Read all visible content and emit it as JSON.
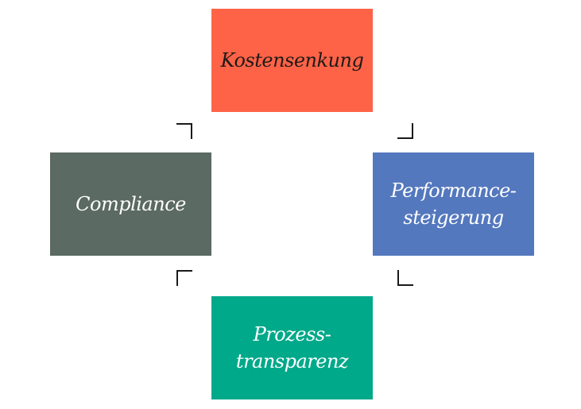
{
  "diagram": {
    "nodes": [
      {
        "id": "top",
        "label": "Kostensenkung",
        "fill": "#ff6347",
        "text_color": "#1f1a18"
      },
      {
        "id": "right",
        "label": "Performance-\nsteigerung",
        "fill": "#5478be",
        "text_color": "#ffffff"
      },
      {
        "id": "bottom",
        "label": "Prozess-\ntransparenz",
        "fill": "#00a98a",
        "text_color": "#ffffff"
      },
      {
        "id": "left",
        "label": "Compliance",
        "fill": "#5b6a63",
        "text_color": "#ffffff"
      }
    ],
    "connectors": {
      "color": "#1a1a1a",
      "shape": "corner-bracket",
      "order": [
        "top-left",
        "top-right",
        "bottom-right",
        "bottom-left"
      ]
    }
  }
}
